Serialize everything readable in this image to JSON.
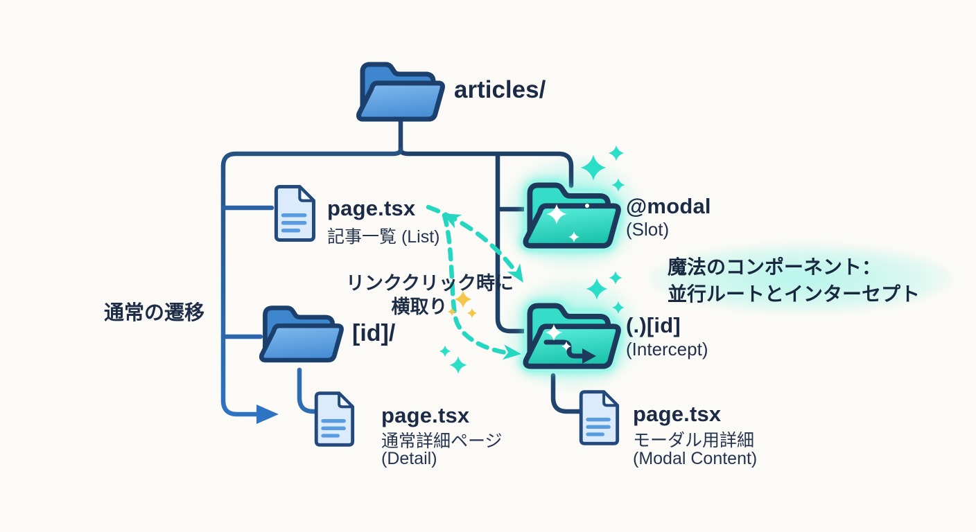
{
  "diagram": {
    "root_folder": {
      "name": "articles/"
    },
    "left_branch": {
      "list_file": {
        "name": "page.tsx",
        "caption": "記事一覧 (List)"
      },
      "id_folder": {
        "name": "[id]/"
      },
      "detail_file": {
        "name": "page.tsx",
        "caption_line1": "通常詳細ページ",
        "caption_line2": "(Detail)"
      }
    },
    "right_branch": {
      "slot_folder": {
        "name": "@modal",
        "caption": "(Slot)"
      },
      "intercept_folder": {
        "name": "(.)[id]",
        "caption": "(Intercept)"
      },
      "modal_file": {
        "name": "page.tsx",
        "caption_line1": "モーダル用詳細",
        "caption_line2": "(Modal Content)"
      }
    },
    "annotations": {
      "normal_transition": "通常の遷移",
      "intercept_note_line1": "リンククリック時に",
      "intercept_note_line2": "横取り",
      "magic_note_line1": "魔法のコンポーネント：",
      "magic_note_line2": "並行ルートとインターセプト"
    },
    "icons": {
      "folder": "open-folder-icon",
      "document": "document-page-icon",
      "sparkle": "four-point-sparkle-icon",
      "redirect_arrow": "step-redirect-arrow-icon"
    },
    "colors": {
      "background": "#fbfaf6",
      "text_dark": "#1c2b45",
      "tree_navy": "#1f4168",
      "tree_blue": "#2f74c4",
      "teal_accent": "#25d7c1",
      "teal_glow": "#8bf3e3",
      "folder_blue_front": "#5b9ede",
      "folder_teal_front": "#2fd8c4",
      "doc_fill": "#dcebfb",
      "sparkle_yellow": "#f4c64a"
    }
  }
}
